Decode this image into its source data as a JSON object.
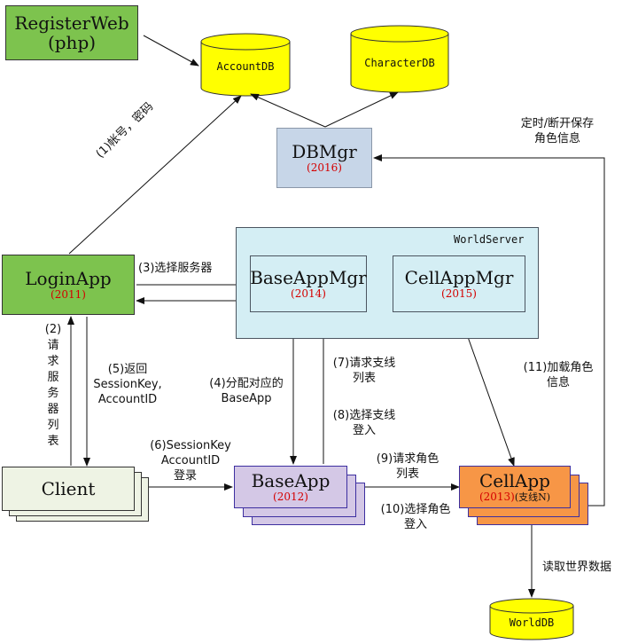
{
  "nodes": {
    "register_web": {
      "title_line1": "RegisterWeb",
      "title_line2": "(php)"
    },
    "account_db": {
      "label": "AccountDB"
    },
    "character_db": {
      "label": "CharacterDB"
    },
    "world_db": {
      "label": "WorldDB"
    },
    "dbmgr": {
      "title": "DBMgr",
      "port": "(2016)"
    },
    "loginapp": {
      "title": "LoginApp",
      "port": "(2011)"
    },
    "worldserver": {
      "title": "WorldServer"
    },
    "baseappmgr": {
      "title": "BaseAppMgr",
      "port": "(2014)"
    },
    "cellappmgr": {
      "title": "CellAppMgr",
      "port": "(2015)"
    },
    "client": {
      "title": "Client"
    },
    "baseapp": {
      "title": "BaseApp",
      "port": "(2012)"
    },
    "cellapp": {
      "title": "CellApp",
      "port": "(2013)",
      "note": "(支线N)"
    }
  },
  "labels": {
    "step1": "(1)帐号，密码",
    "step2_chars": [
      "(2)",
      "请",
      "求",
      "服",
      "务",
      "器",
      "列",
      "表"
    ],
    "step3": "(3)选择服务器",
    "step4_line1": "(4)分配对应的",
    "step4_line2": "BaseApp",
    "step5_line1": "(5)返回",
    "step5_line2": "SessionKey,",
    "step5_line3": "AccountID",
    "step6_line1": "(6)SessionKey",
    "step6_line2": "AccountID",
    "step6_line3": "登录",
    "step7_line1": "(7)请求支线",
    "step7_line2": "列表",
    "step8_line1": "(8)选择支线",
    "step8_line2": "登入",
    "step9_line1": "(9)请求角色",
    "step9_line2": "列表",
    "step10_line1": "(10)选择角色",
    "step10_line2": "登入",
    "step11_line1": "(11)加载角色",
    "step11_line2": "信息",
    "save_line1": "定时/断开保存",
    "save_line2": "角色信息",
    "read_world": "读取世界数据"
  }
}
